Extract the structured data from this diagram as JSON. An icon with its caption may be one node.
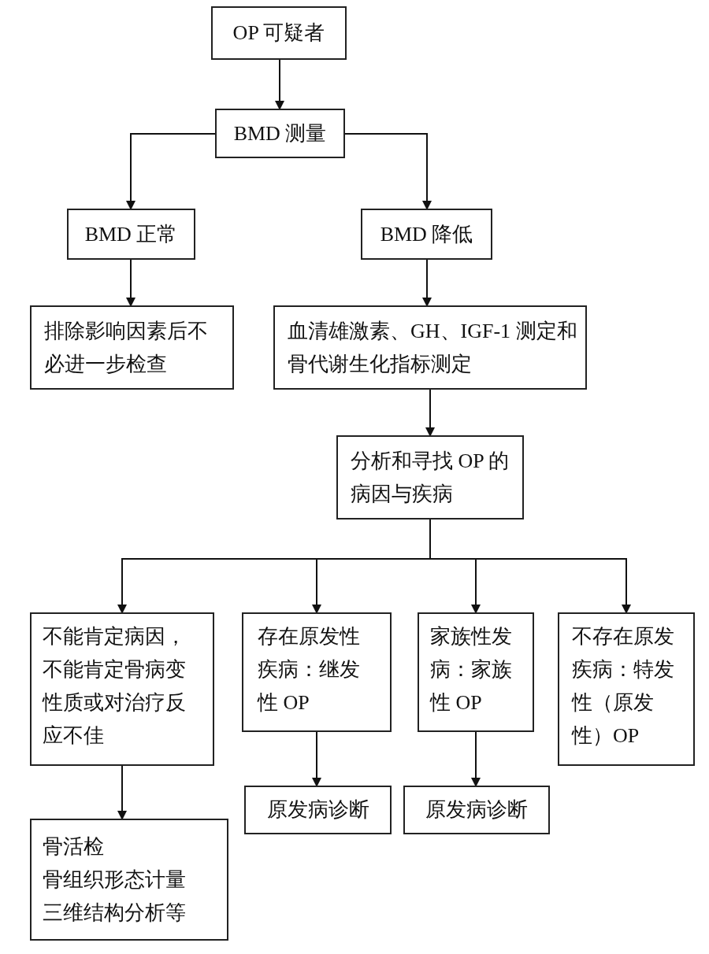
{
  "diagram": {
    "nodes": [
      {
        "text": [
          "OP 可疑者"
        ]
      },
      {
        "text": [
          "BMD 测量"
        ]
      },
      {
        "text": [
          "BMD 正常"
        ]
      },
      {
        "text": [
          "BMD 降低"
        ]
      },
      {
        "text": [
          "排除影响因素后不必进一步检查"
        ]
      },
      {
        "text": [
          "血清雄激素、GH、IGF-1 测定和骨代谢生化指标测定"
        ]
      },
      {
        "text": [
          "分析和寻找 OP 的病因与疾病"
        ]
      },
      {
        "text": [
          "不能肯定病因，不能肯定骨病变性质或对治疗反应不佳"
        ]
      },
      {
        "text": [
          "存在原发性疾病：继发性 OP"
        ]
      },
      {
        "text": [
          "家族性发病：家族性 OP"
        ]
      },
      {
        "text": [
          "不存在原发疾病：特发性（原发性）OP"
        ]
      },
      {
        "text": [
          "原发病诊断"
        ]
      },
      {
        "text": [
          "原发病诊断"
        ]
      },
      {
        "text": [
          "骨活检",
          "骨组织形态计量",
          "三维结构分析等"
        ]
      }
    ],
    "edges": [
      {
        "from": 0,
        "to": 1,
        "arrow": "to"
      },
      {
        "from": 1,
        "to": 2,
        "arrow": "to"
      },
      {
        "from": 1,
        "to": 3,
        "arrow": "to"
      },
      {
        "from": 2,
        "to": 4,
        "arrow": "to"
      },
      {
        "from": 3,
        "to": 5,
        "arrow": "to"
      },
      {
        "from": 5,
        "to": 6,
        "arrow": "to"
      },
      {
        "from": 6,
        "to": 7,
        "arrow": "to"
      },
      {
        "from": 6,
        "to": 8,
        "arrow": "to"
      },
      {
        "from": 6,
        "to": 9,
        "arrow": "to"
      },
      {
        "from": 6,
        "to": 10,
        "arrow": "to"
      },
      {
        "from": 7,
        "to": 13,
        "arrow": "to"
      },
      {
        "from": 8,
        "to": 11,
        "arrow": "to"
      },
      {
        "from": 9,
        "to": 12,
        "arrow": "to"
      }
    ]
  }
}
